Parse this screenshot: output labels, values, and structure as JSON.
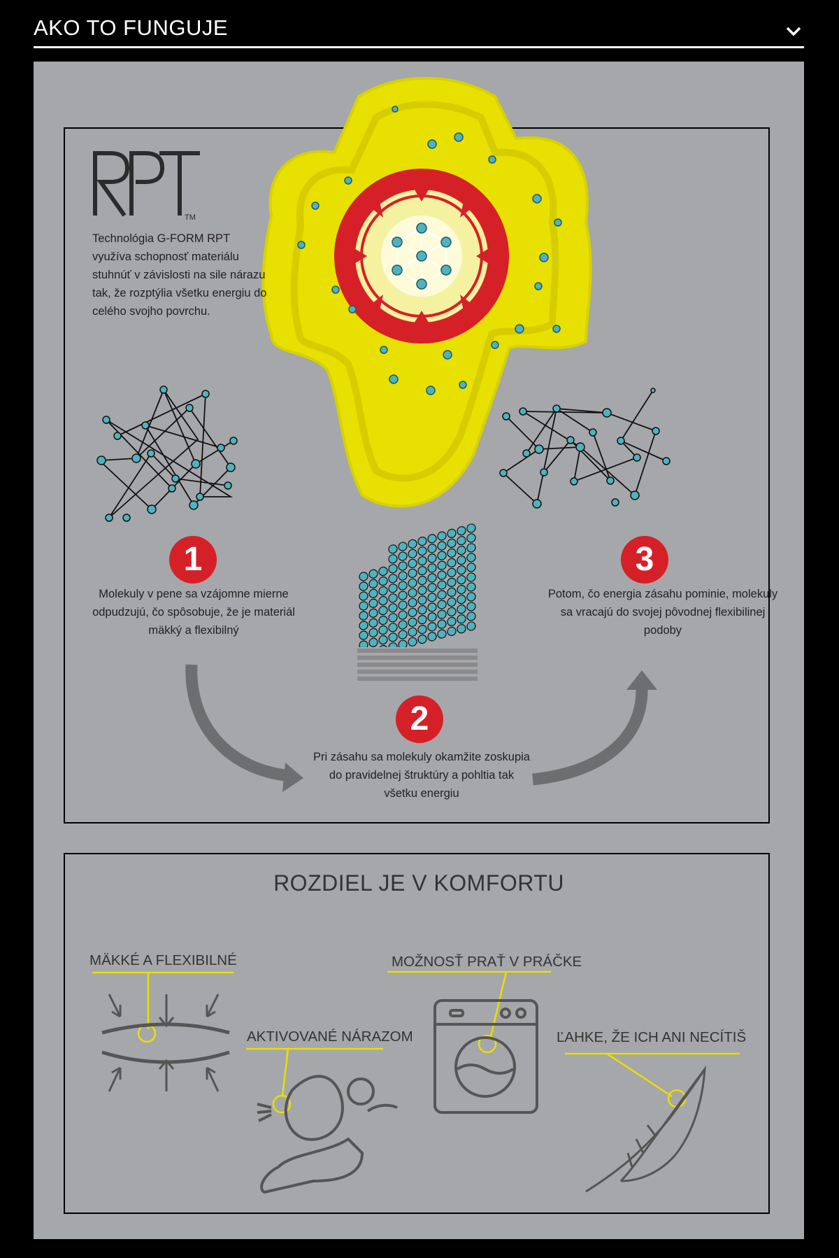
{
  "header": {
    "title": "AKO TO FUNGUJE",
    "toggle_icon": "chevron-down-icon"
  },
  "rpt": {
    "logo_text": "RPT",
    "trademark": "TM",
    "intro": "Technológia G-FORM RPT využíva schopnosť materiálu stuhnúť v závislosti na sile nárazu tak, že rozptýlia všetku energiu do celého svojho povrchu."
  },
  "steps": [
    {
      "number": "1",
      "text": "Molekuly v pene sa vzájomne mierne odpudzujú, čo spôsobuje, že je materiál mäkký a flexibilný"
    },
    {
      "number": "2",
      "text": "Pri zásahu sa molekuly okamžite zoskupia do pravidelnej štruktúry a pohltia tak všetku energiu"
    },
    {
      "number": "3",
      "text": "Potom, čo energia zásahu pominie, molekuly sa vracajú do svojej pôvodnej flexibilinej podoby"
    }
  ],
  "comfort": {
    "title": "ROZDIEL JE V KOMFORTU",
    "features": [
      {
        "label": "MÄKKÉ A FLEXIBILNÉ",
        "icon": "compression-icon"
      },
      {
        "label": "MOŽNOSŤ PRAŤ V PRÁČKE",
        "icon": "washing-machine-icon"
      },
      {
        "label": "AKTIVOVANÉ NÁRAZOM",
        "icon": "airbag-impact-icon"
      },
      {
        "label": "ĽAHKE, ŽE ICH ANI NECÍTIŠ",
        "icon": "feather-icon"
      }
    ]
  },
  "colors": {
    "background": "#000000",
    "panel": "#a5a7aa",
    "accent_yellow": "#e8e000",
    "accent_red": "#d62027",
    "molecule": "#4fb3bf"
  }
}
